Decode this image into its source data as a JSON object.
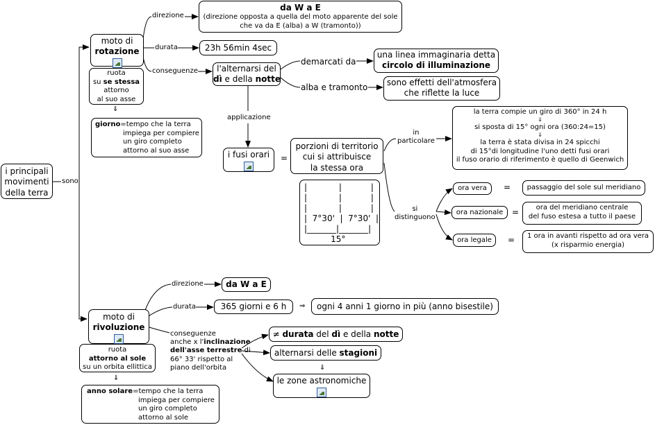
{
  "root": {
    "label_1": "i principali",
    "label_2": "movimenti",
    "label_3": "della terra"
  },
  "links": {
    "sono": "sono",
    "direzione": "direzione",
    "durata": "durata",
    "conseguenze": "conseguenze",
    "demarcati_da": "demarcati da",
    "alba_e_tramonto": "alba e tramonto",
    "applicazione": "applicazione",
    "equals": "=",
    "in_particolare_1": "in",
    "in_particolare_2": "particolare",
    "si_distinguono_1": "si",
    "si_distinguono_2": "distinguono",
    "therefore": "⇒",
    "down_arrow": "⇓"
  },
  "rotazione": {
    "title_1": "moto di",
    "title_2": "rotazione",
    "desc_1": "ruota",
    "desc_2_pre": "su ",
    "desc_2_bold": "se stessa",
    "desc_3": "attorno",
    "desc_4": "al suo asse",
    "giorno_bold": "giorno",
    "giorno_1": "=tempo che la terra",
    "giorno_2": "impiega per compiere",
    "giorno_3": "un giro completo",
    "giorno_4": "attorno al suo asse",
    "direzione_title": "da W a E",
    "direzione_desc_1": "(direzione opposta a quella del moto apparente del sole",
    "direzione_desc_2": "che va da E (alba) a W (tramonto))",
    "durata_value": "23h 56min 4sec",
    "alternarsi_1": "l'alternarsi del",
    "alternarsi_2_bold_a": "dì",
    "alternarsi_2_mid": " e della ",
    "alternarsi_2_bold_b": "notte",
    "linea_1": "una linea immaginaria detta",
    "linea_2": "circolo di illuminazione",
    "effetti_1": "sono effetti dell'atmosfera",
    "effetti_2": "che riflette la luce"
  },
  "fusi": {
    "title": "i fusi orari",
    "porzioni_1": "porzioni di territorio",
    "porzioni_2": "cui si attribuisce",
    "porzioni_3": "la stessa ora",
    "zone_lines": [
      "|            |           |",
      "|            |           |",
      "|            |           |",
      "|  7°30'  |  7°30'  |",
      "|_______|_______|",
      "          15°"
    ],
    "particolare": [
      "la terra compie un giro di 360° in 24 h",
      "⇓",
      "si sposta di 15° ogni ora (360:24=15)",
      "⇓",
      "la terra è stata divisa in 24 spicchi",
      "di 15°di longitudine l'uno detti fusi orari",
      "il fuso orario di riferimento è quello di Geenwich"
    ],
    "ora_vera": "ora vera",
    "ora_vera_desc": "passaggio del sole sul meridiano",
    "ora_nazionale": "ora nazionale",
    "ora_nazionale_desc_1": "ora del meridiano centrale",
    "ora_nazionale_desc_2": "del fuso estesa a tutto il paese",
    "ora_legale": "ora legale",
    "ora_legale_desc_1": "1 ora in avanti rispetto ad ora vera",
    "ora_legale_desc_2": "(x risparmio energia)"
  },
  "rivoluzione": {
    "title_1": "moto di",
    "title_2": "rivoluzione",
    "desc_1": "ruota",
    "desc_2_bold": "attorno al sole",
    "desc_3": "su un orbita ellittica",
    "anno_bold": "anno solare",
    "anno_1": "=tempo che la terra",
    "anno_2": "impiega per compiere",
    "anno_3": "un giro completo",
    "anno_4": "attorno al sole",
    "direzione_title": "da W a E",
    "durata_value": "365 giorni e 6 h",
    "bisestile": "ogni 4 anni 1 giorno in più (anno bisestile)",
    "cons_1": "conseguenze",
    "cons_2_pre": "anche x l'",
    "cons_2_bold": "inclinazione",
    "cons_3_bold": "dell'asse terrestre",
    "cons_3_post": " di",
    "cons_4": "66° 33' rispetto al",
    "cons_5": "piano dell'orbita",
    "durata_pre": "≠ ",
    "durata_bold_a": "durata",
    "durata_mid": " del ",
    "durata_bold_b": "dì",
    "durata_mid2": " e della ",
    "durata_bold_c": "notte",
    "stagioni_pre": "alternarsi delle ",
    "stagioni_bold": "stagioni",
    "zone": "le zone astronomiche"
  }
}
